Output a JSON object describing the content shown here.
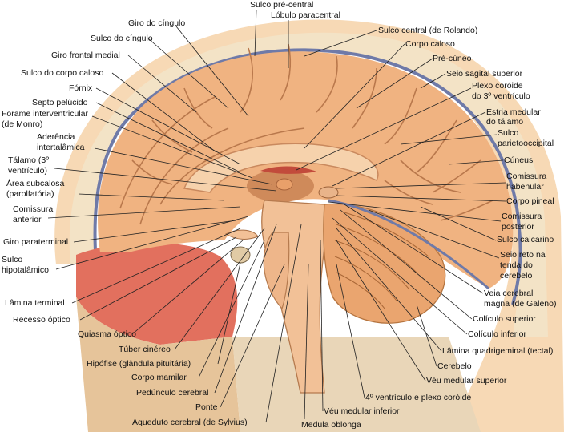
{
  "colors": {
    "tissue": "#f0b381",
    "tissue_dark": "#cf8a5a",
    "gyrus_line": "#b9784c",
    "cerebellum": "#eaa56f",
    "bone": "#f3e3c6",
    "dura": "#6f7aa8",
    "muscle": "#e2705e",
    "scalp": "#f7d9b5",
    "leader": "#222222"
  },
  "labels": {
    "sulco_pre_central": "Sulco pré-central",
    "lobulo_paracentral": "Lóbulo paracentral",
    "giro_do_cingulo": "Giro do cíngulo",
    "sulco_central": "Sulco central (de Rolando)",
    "sulco_do_cingulo": "Sulco do cíngulo",
    "corpo_caloso": "Corpo caloso",
    "giro_frontal_medial": "Giro frontal medial",
    "pre_cuneo": "Pré-cúneo",
    "sulco_do_corpo_caloso": "Sulco do corpo caloso",
    "seio_sagital_superior": "Seio sagital superior",
    "fornix": "Fórnix",
    "plexo_coroide_1": "Plexo coróide",
    "plexo_coroide_2": "do 3º ventrículo",
    "septo_pelucido": "Septo pelúcido",
    "estria_medular_1": "Estria medular",
    "estria_medular_2": "do tálamo",
    "forame_1": "Forame interventricular",
    "forame_2": "(de Monro)",
    "sulco_parieto_1": "Sulco",
    "sulco_parieto_2": "parietooccipital",
    "aderencia_1": "Aderência",
    "aderencia_2": "intertalâmica",
    "cuneus": "Cúneus",
    "talamo_1": "Tálamo (3º",
    "talamo_2": "ventrículo)",
    "comissura_habenular_1": "Comissura",
    "comissura_habenular_2": "habenular",
    "area_subcalosa_1": "Área subcalosa",
    "area_subcalosa_2": "(parolfatória)",
    "corpo_pineal": "Corpo pineal",
    "comissura_anterior_1": "Comissura",
    "comissura_anterior_2": "anterior",
    "comissura_posterior_1": "Comissura",
    "comissura_posterior_2": "posterior",
    "giro_paraterminal": "Giro paraterminal",
    "sulco_calcarino": "Sulco calcarino",
    "sulco_hipo_1": "Sulco",
    "sulco_hipo_2": "hipotalâmico",
    "seio_reto_1": "Seio reto na",
    "seio_reto_2": "tenda do",
    "seio_reto_3": "cerebelo",
    "veia_cerebral_1": "Veia cerebral",
    "veia_cerebral_2": "magna (de Galeno)",
    "lamina_terminal": "Lâmina terminal",
    "coliculo_superior": "Colículo superior",
    "recesso_optico": "Recesso óptico",
    "coliculo_inferior": "Colículo inferior",
    "quiasma_optico": "Quiasma óptico",
    "lamina_quadrigeminal": "Lâmina quadrigeminal (tectal)",
    "tuber_cinereo": "Túber cinéreo",
    "cerebelo": "Cerebelo",
    "hipofise": "Hipófise (glândula pituitária)",
    "veu_medular_superior": "Véu medular superior",
    "corpo_mamilar": "Corpo mamilar",
    "quarto_ventriculo": "4º ventrículo e plexo coróide",
    "pedunculo_cerebral": "Pedúnculo cerebral",
    "ponte": "Ponte",
    "veu_medular_inferior": "Véu medular inferior",
    "aqueduto_cerebral": "Aqueduto cerebral (de Sylvius)",
    "medula_oblonga": "Medula oblonga"
  }
}
